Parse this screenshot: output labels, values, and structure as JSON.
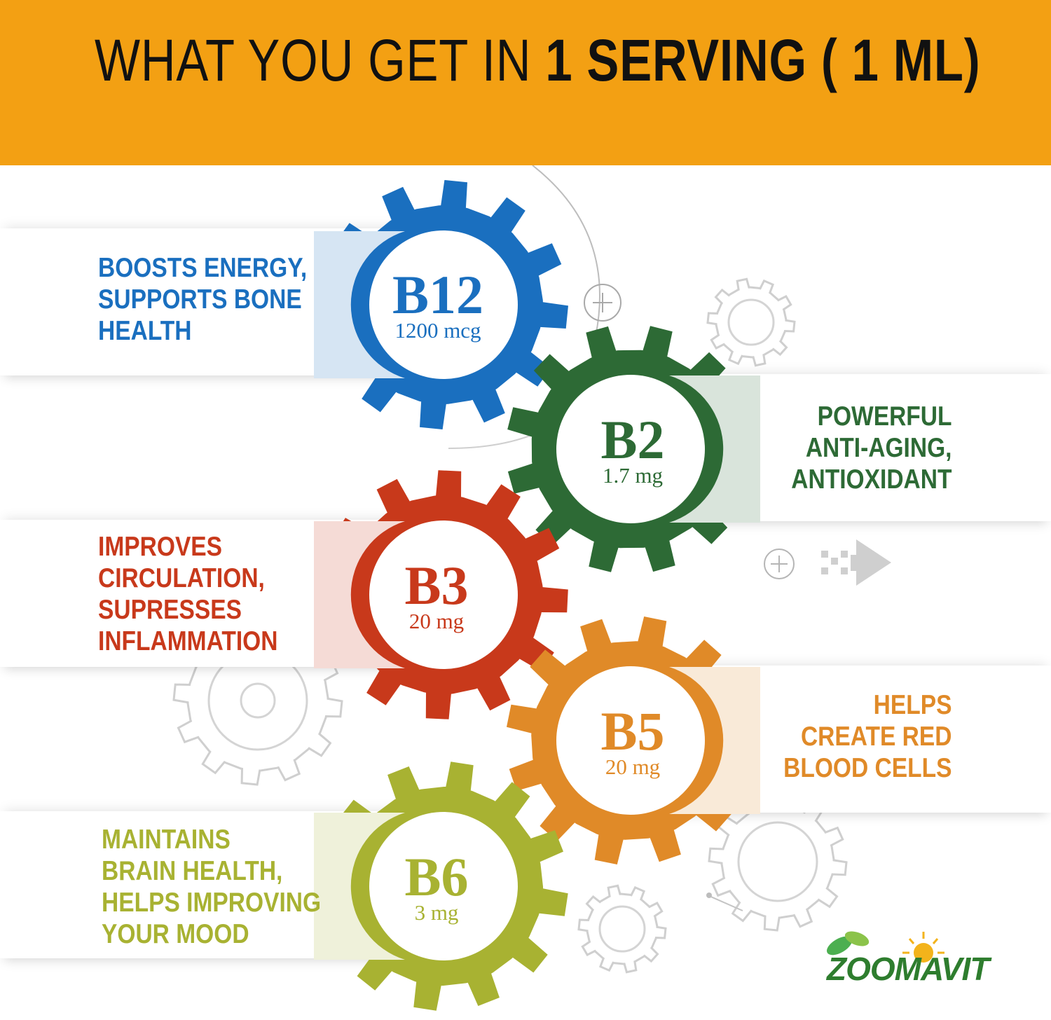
{
  "title": {
    "regular": "WHAT YOU GET IN ",
    "bold": "1 SERVING ( 1 ML)"
  },
  "colors": {
    "header": "#f3a013",
    "b12": "#1a6fbf",
    "b2": "#2d6a35",
    "b3": "#c8391b",
    "b5": "#e08a28",
    "b6": "#a8b232"
  },
  "vitamins": [
    {
      "name": "B12",
      "dose": "1200 mcg",
      "benefit": [
        "BOOSTS ENERGY,",
        "SUPPORTS BONE",
        "HEALTH"
      ]
    },
    {
      "name": "B2",
      "dose": "1.7 mg",
      "benefit": [
        "POWERFUL",
        "ANTI-AGING,",
        "ANTIOXIDANT"
      ]
    },
    {
      "name": "B3",
      "dose": "20 mg",
      "benefit": [
        "IMPROVES",
        "CIRCULATION,",
        "SUPRESSES",
        "INFLAMMATION"
      ]
    },
    {
      "name": "B5",
      "dose": "20 mg",
      "benefit": [
        "HELPS",
        "CREATE RED",
        "BLOOD CELLS"
      ]
    },
    {
      "name": "B6",
      "dose": "3 mg",
      "benefit": [
        "MAINTAINS",
        "BRAIN HEALTH,",
        "HELPS IMPROVING",
        "YOUR MOOD"
      ]
    }
  ],
  "logo": {
    "text": "ZOOMAVIT"
  }
}
